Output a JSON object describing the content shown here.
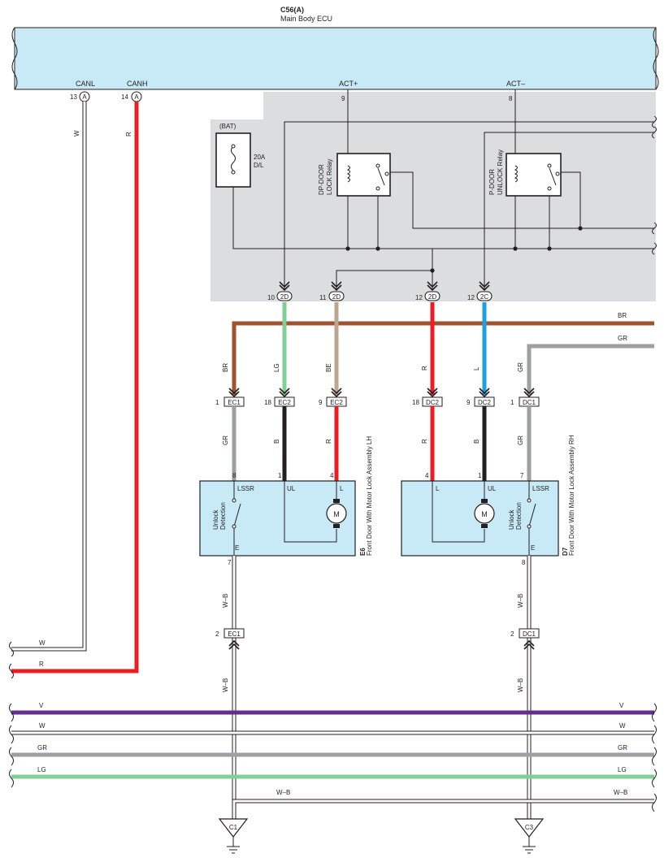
{
  "ecu": {
    "code": "C56(A)",
    "name": "Main Body ECU",
    "pins": {
      "canl": {
        "label": "CANL",
        "num": "13",
        "conn": "A"
      },
      "canh": {
        "label": "CANH",
        "num": "14",
        "conn": "A"
      },
      "actp": {
        "label": "ACT+",
        "num": "9"
      },
      "actm": {
        "label": "ACT–",
        "num": "8"
      }
    }
  },
  "fuse": {
    "source": "(BAT)",
    "rating": "20A",
    "name": "D/L"
  },
  "relays": {
    "lock": {
      "line1": "DP-DOOR",
      "line2": "LOCK Relay"
    },
    "unlock": {
      "line1": "P-DOOR",
      "line2": "UNLOCK Relay"
    }
  },
  "jb_pins": [
    {
      "num": "10",
      "conn": "2D"
    },
    {
      "num": "11",
      "conn": "2D"
    },
    {
      "num": "12",
      "conn": "2D"
    },
    {
      "num": "12",
      "conn": "2C"
    }
  ],
  "wire_colors": {
    "BR": "#a0522d",
    "LG": "#7fcf97",
    "BE": "#bca68f",
    "R": "#ed1c24",
    "L": "#1ba1e2",
    "B": "#231f20",
    "GR": "#9d9fa2",
    "V": "#662d91",
    "W": "#ffffff",
    "WB": "#ffffff"
  },
  "wire_labels": {
    "w": "W",
    "r": "R",
    "br": "BR",
    "gr": "GR",
    "lg": "LG",
    "be": "BE",
    "b": "B",
    "l": "L",
    "v": "V",
    "wb": "W–B"
  },
  "connectors": {
    "ec1": "EC1",
    "ec2": "EC2",
    "dc2": "DC2",
    "dc1": "DC1",
    "top_pins": {
      "ec1": "1",
      "ec2a": "18",
      "ec2b": "9",
      "dc2a": "18",
      "dc2b": "9",
      "dc1": "1"
    },
    "bottom_pins": {
      "ec1": "2",
      "dc1": "2"
    }
  },
  "left_door": {
    "code": "E6",
    "name": "Front Door With Motor Lock Assembly LH",
    "pins": {
      "lssr": "8",
      "ul": "1",
      "l": "4",
      "e": "7"
    },
    "terminals": {
      "lssr": "LSSR",
      "ul": "UL",
      "l": "L",
      "e": "E"
    },
    "switch_line1": "Unlock",
    "switch_line2": "Detection",
    "motor": "M"
  },
  "right_door": {
    "code": "D7",
    "name": "Front Door With Motor Lock Assembly RH",
    "pins": {
      "l": "4",
      "ul": "1",
      "lssr": "7",
      "e": "8"
    },
    "terminals": {
      "lssr": "LSSR",
      "ul": "UL",
      "l": "L",
      "e": "E"
    },
    "switch_line1": "Unlock",
    "switch_line2": "Detection",
    "motor": "M"
  },
  "grounds": {
    "left": "C1",
    "right": "C3"
  }
}
